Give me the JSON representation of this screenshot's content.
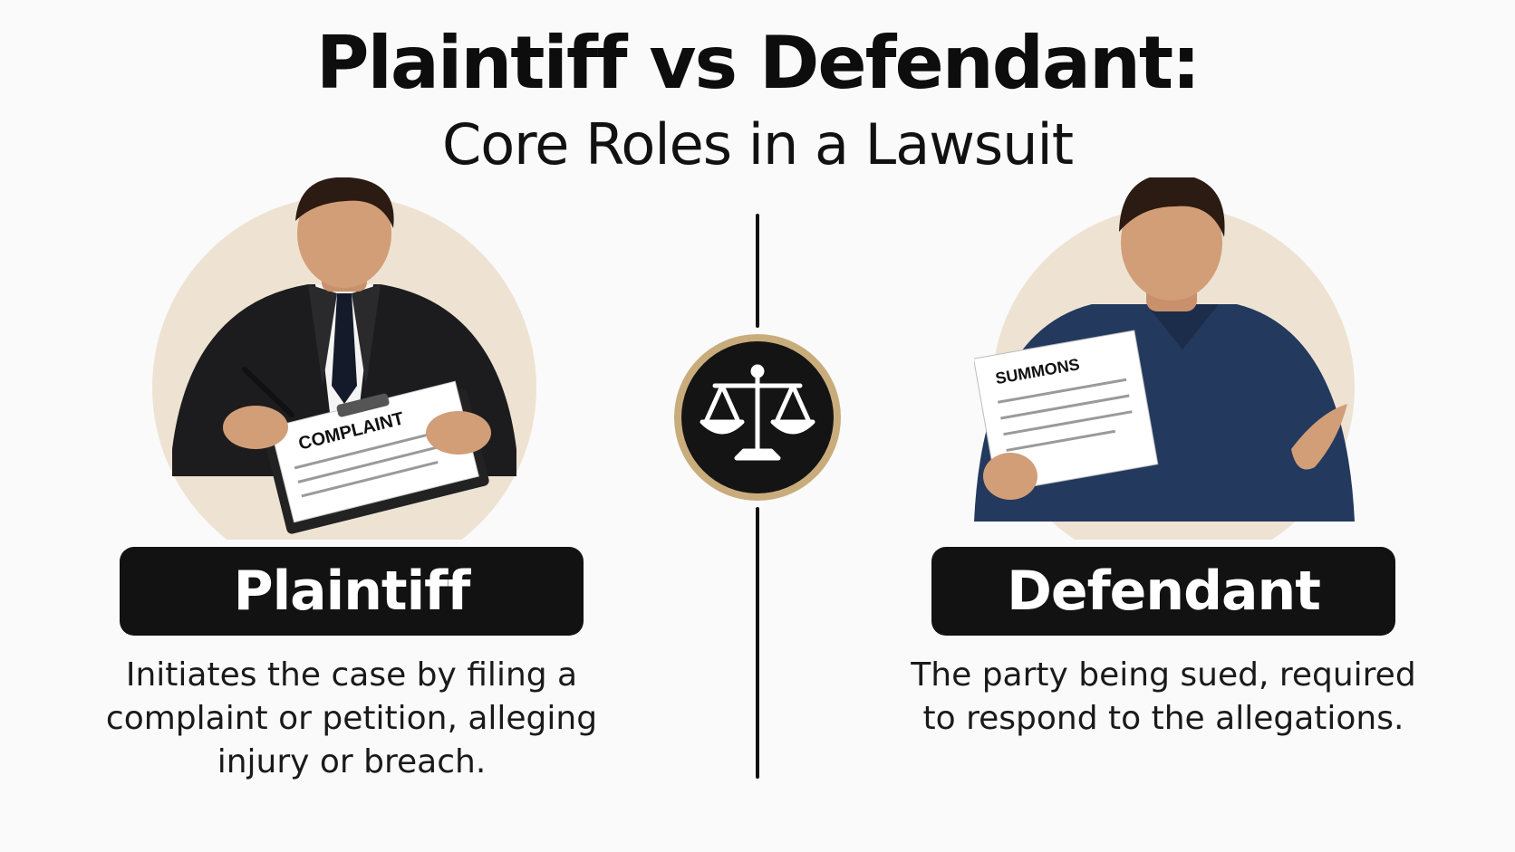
{
  "title": {
    "line1": "Plaintiff vs Defendant:",
    "line2": "Core Roles in a Lawsuit"
  },
  "center": {
    "icon": "scales-of-justice-icon"
  },
  "plaintiff": {
    "label": "Plaintiff",
    "description": "Initiates the case by filing a complaint or petition, alleging injury or breach.",
    "document_label": "COMPLAINT"
  },
  "defendant": {
    "label": "Defendant",
    "description": "The party being sued, required to respond to the allegations.",
    "document_label": "SUMMONS"
  },
  "colors": {
    "background": "#fafafa",
    "banner": "#121212",
    "circle": "#eee3d2",
    "emblem_ring": "#c9ac7c"
  }
}
